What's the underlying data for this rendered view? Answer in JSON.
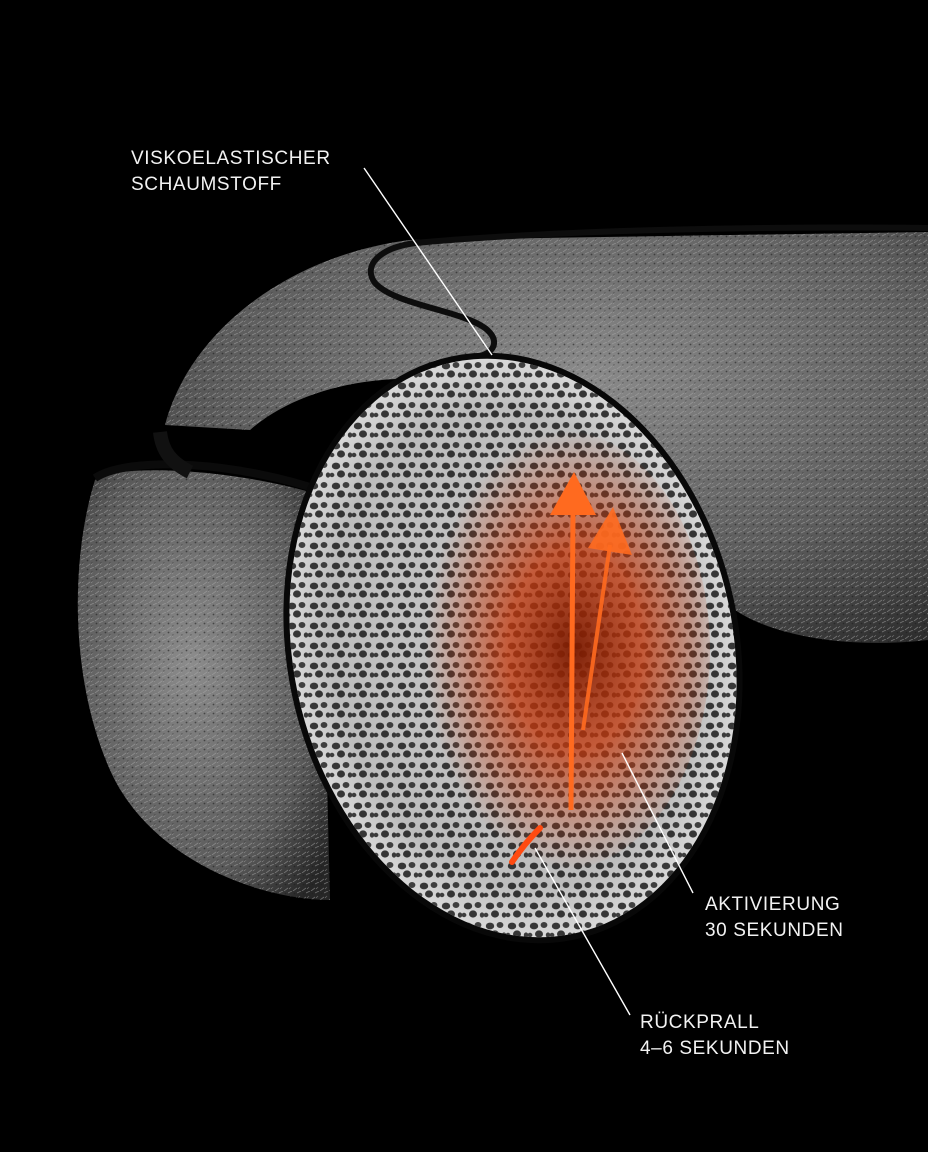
{
  "labels": {
    "foam": {
      "line1": "VISKOELASTISCHER",
      "line2": "SCHAUMSTOFF"
    },
    "activation": {
      "line1": "AKTIVIERUNG",
      "line2": "30 SEKUNDEN"
    },
    "rebound": {
      "line1": "RÜCKPRALL",
      "line2": "4–6 SEKUNDEN"
    }
  },
  "colors": {
    "background": "#000000",
    "fabric": "#6e6e6e",
    "foam_cells": "#dcdcdc",
    "heat_glow": "#e8501a",
    "arrow": "#ff6a1f",
    "leader_line": "#ffffff"
  },
  "subject": "neck-pillow-cross-section",
  "icons": [
    "up-arrow-icon",
    "angled-up-arrow-icon"
  ]
}
